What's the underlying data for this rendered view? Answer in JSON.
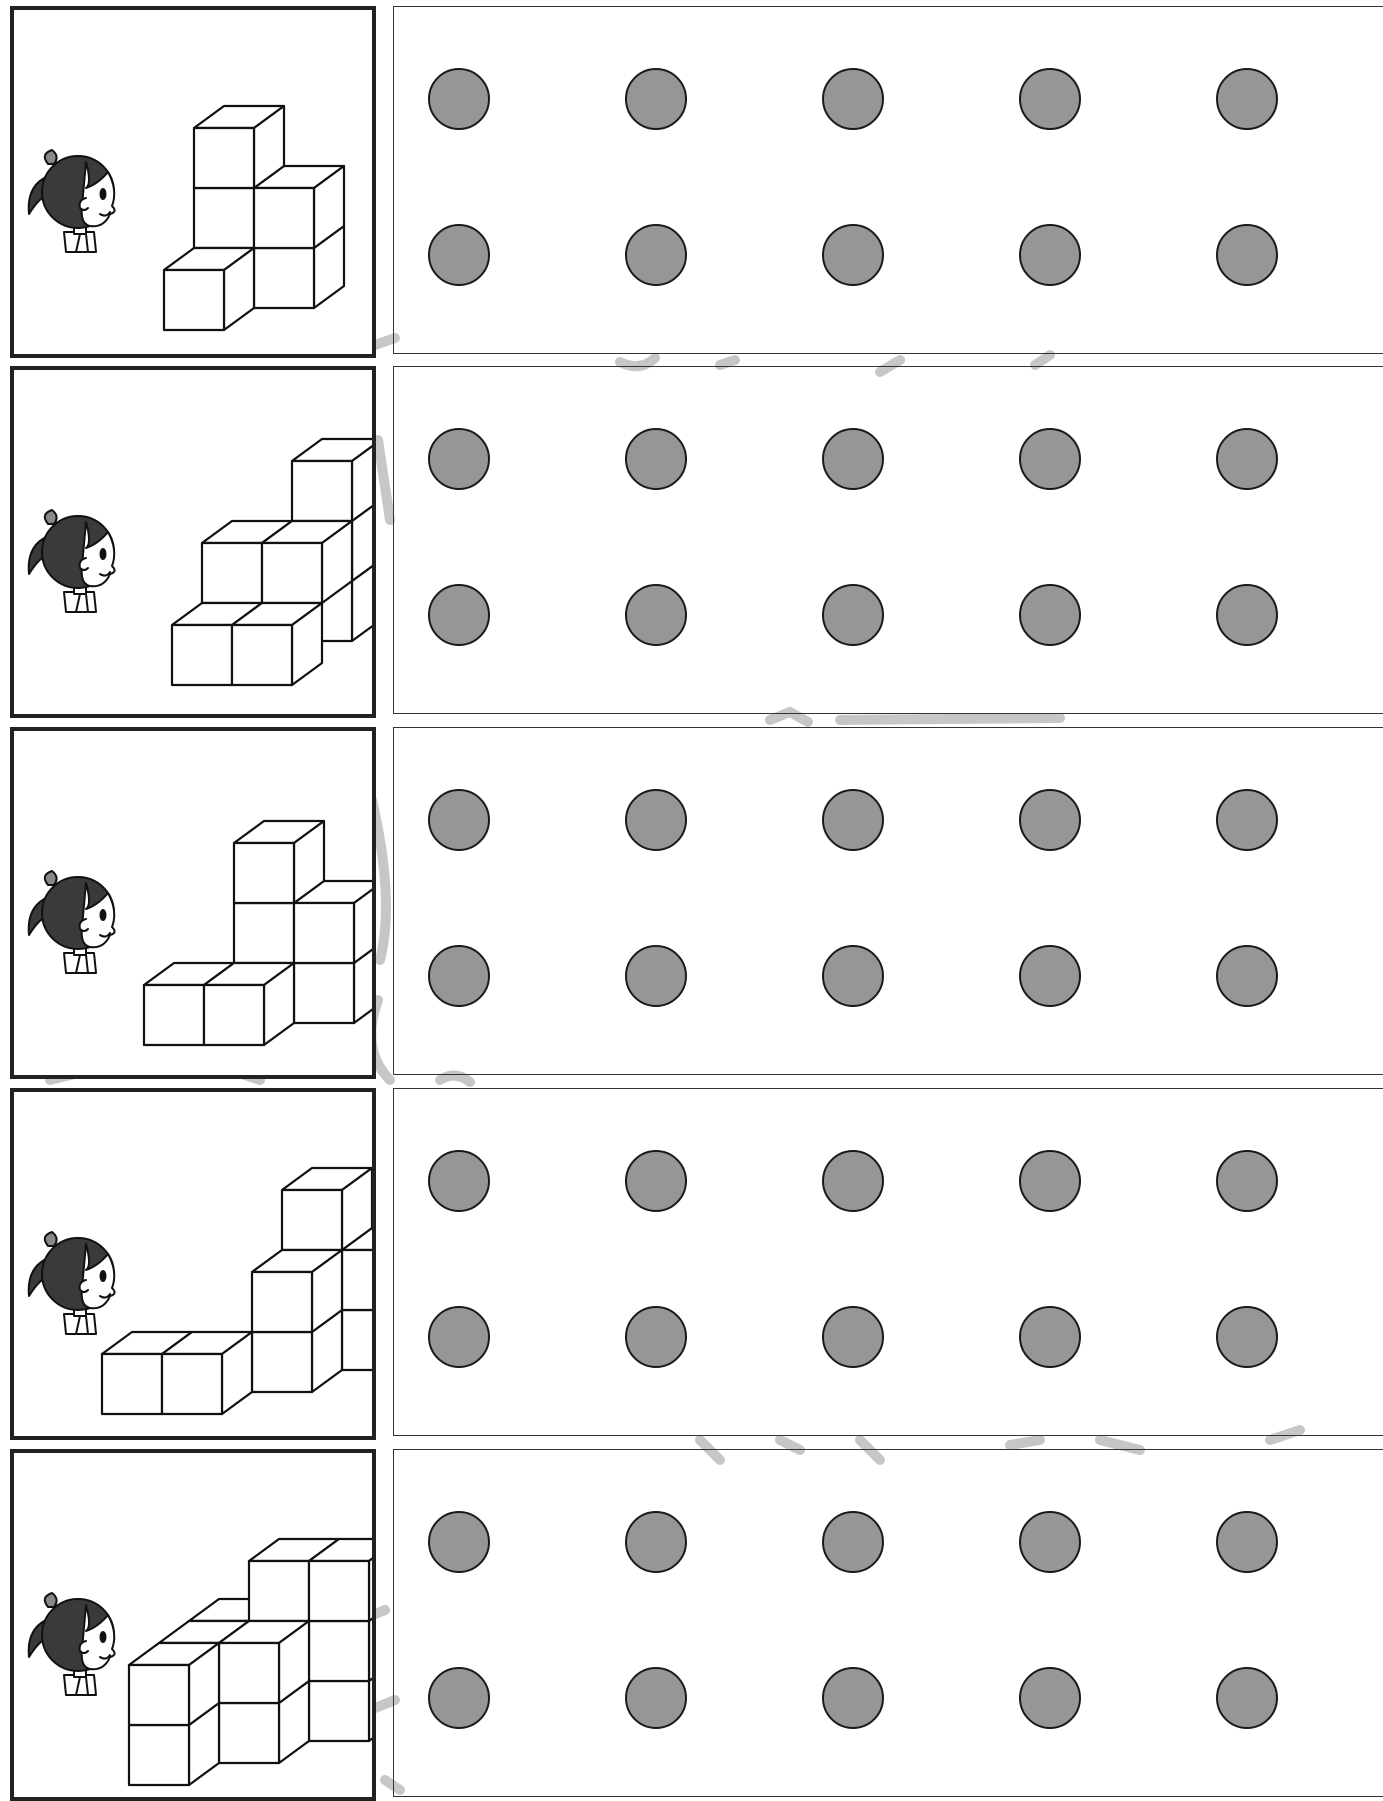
{
  "page": {
    "background": "#ffffff"
  },
  "colors": {
    "dot_fill": "#969696",
    "dot_stroke": "#1a1a1a",
    "frame": "#222222",
    "cube_line": "#111111",
    "watermark": "#bdbdbd"
  },
  "worksheet": {
    "rows": [
      {
        "observer_icon": "girl-observer-icon",
        "figure_icon": "cube-stack-1-icon",
        "dot_grid": {
          "rows": 2,
          "cols": 5
        }
      },
      {
        "observer_icon": "girl-observer-icon",
        "figure_icon": "cube-stack-2-icon",
        "dot_grid": {
          "rows": 2,
          "cols": 5
        }
      },
      {
        "observer_icon": "girl-observer-icon",
        "figure_icon": "cube-stack-3-icon",
        "dot_grid": {
          "rows": 2,
          "cols": 5
        }
      },
      {
        "observer_icon": "girl-observer-icon",
        "figure_icon": "cube-stack-4-icon",
        "dot_grid": {
          "rows": 2,
          "cols": 5
        }
      },
      {
        "observer_icon": "girl-observer-icon",
        "figure_icon": "cube-stack-5-icon",
        "dot_grid": {
          "rows": 2,
          "cols": 5
        }
      }
    ]
  }
}
